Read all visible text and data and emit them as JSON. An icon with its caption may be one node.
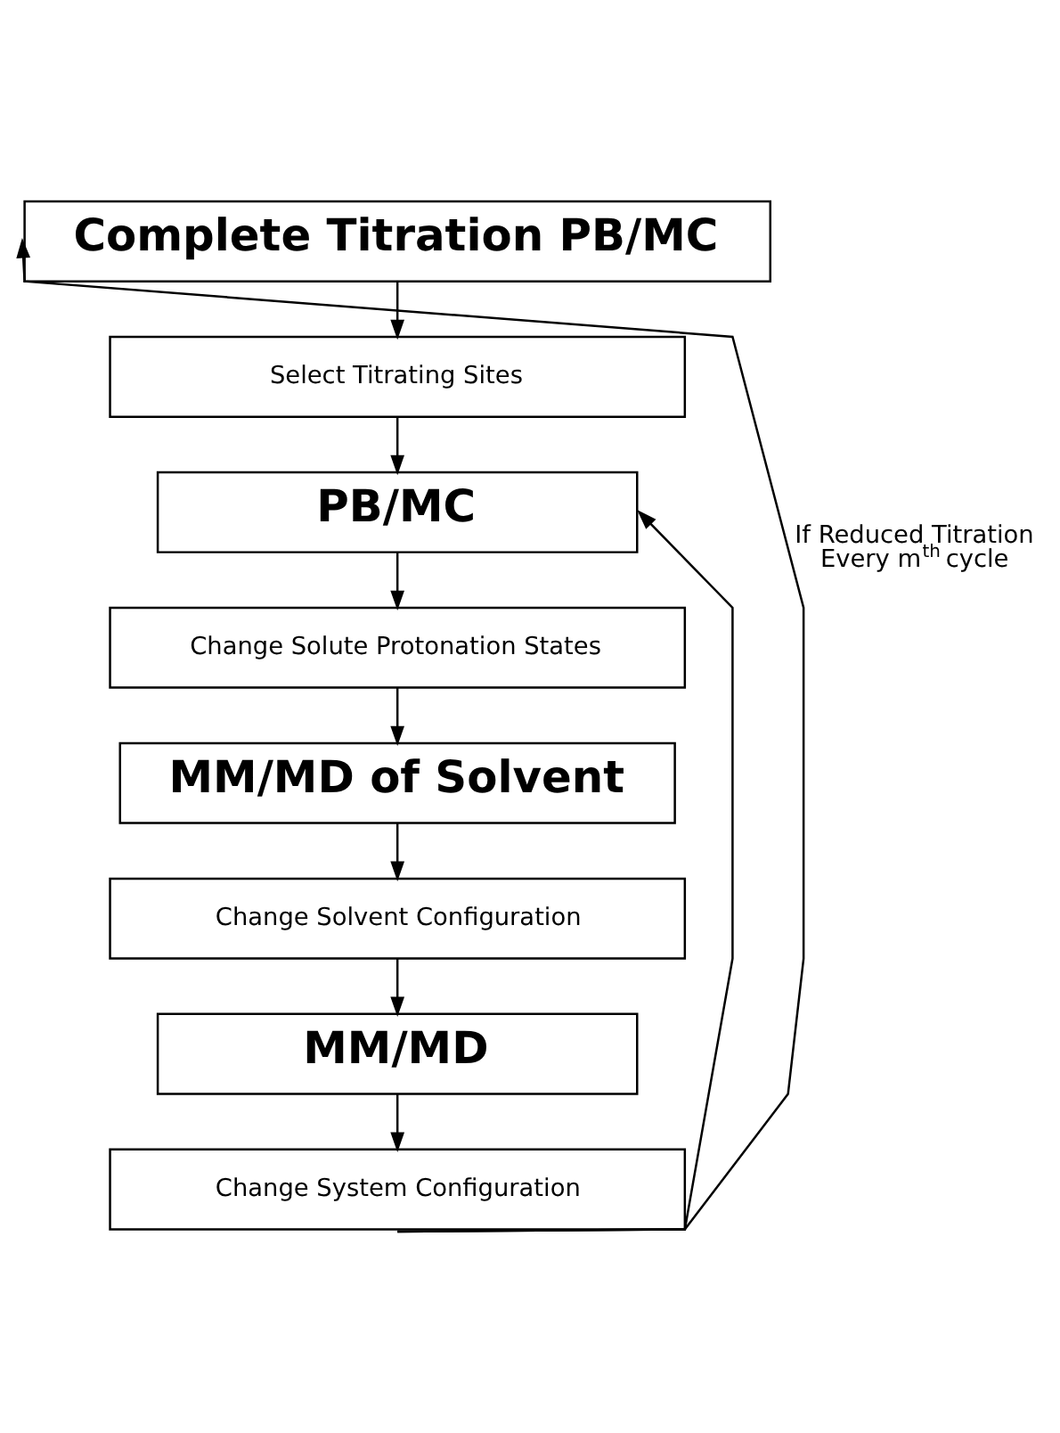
{
  "diagram": {
    "nodes": [
      {
        "text": [
          "Complete Titration PB/MC"
        ]
      },
      {
        "text": [
          "Select Titrating Sites"
        ]
      },
      {
        "text": [
          "PB/MC"
        ]
      },
      {
        "text": [
          "Change Solute Protonation States"
        ]
      },
      {
        "text": [
          "MM/MD of Solvent"
        ]
      },
      {
        "text": [
          "Change Solvent Configuration"
        ]
      },
      {
        "text": [
          "MM/MD"
        ]
      },
      {
        "text": [
          "Change System Configuration"
        ]
      }
    ],
    "edges": [
      {
        "from": 0,
        "to": 1,
        "arrow": "to"
      },
      {
        "from": 1,
        "to": 2,
        "arrow": "to"
      },
      {
        "from": 2,
        "to": 3,
        "arrow": "to"
      },
      {
        "from": 3,
        "to": 4,
        "arrow": "to"
      },
      {
        "from": 4,
        "to": 5,
        "arrow": "to"
      },
      {
        "from": 5,
        "to": 6,
        "arrow": "to"
      },
      {
        "from": 6,
        "to": 7,
        "arrow": "to"
      },
      {
        "from": 7,
        "to": 0,
        "arrow": "to",
        "label": "If Reduced Titration Every m$^{th}$ cycle"
      },
      {
        "from": 7,
        "to": 2,
        "arrow": "to"
      }
    ]
  }
}
